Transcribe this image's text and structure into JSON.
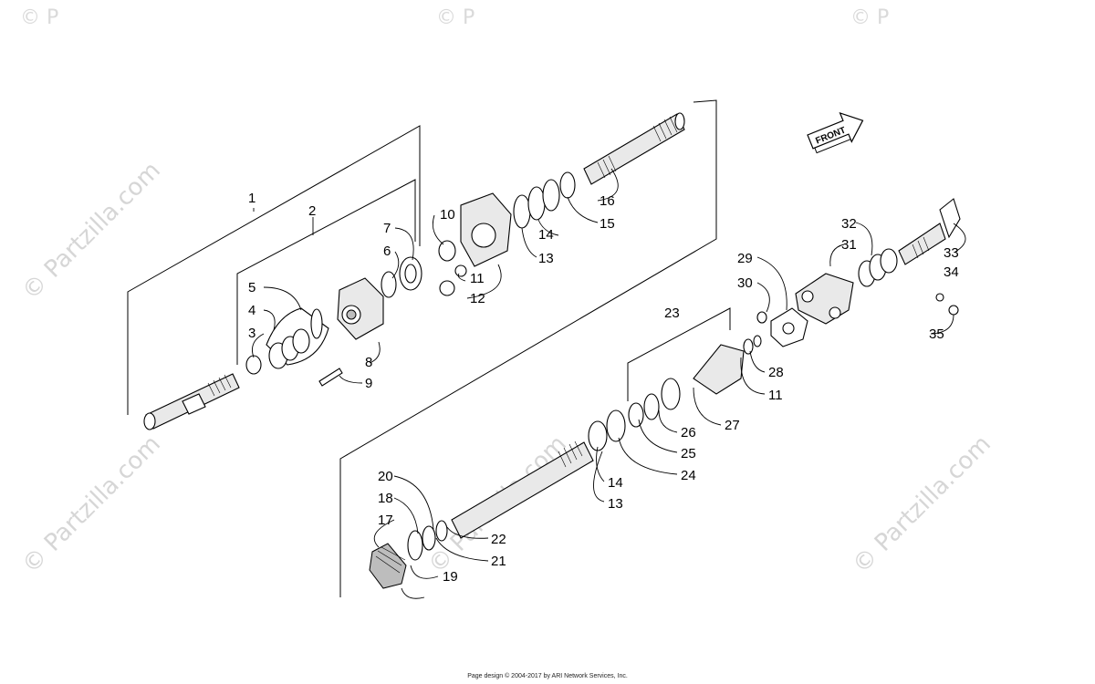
{
  "watermark": {
    "text": "© Partzilla.com",
    "short": "© P"
  },
  "front_label": "FRONT",
  "callouts": [
    {
      "n": "1"
    },
    {
      "n": "2"
    },
    {
      "n": "3"
    },
    {
      "n": "4"
    },
    {
      "n": "5"
    },
    {
      "n": "6"
    },
    {
      "n": "7"
    },
    {
      "n": "8"
    },
    {
      "n": "9"
    },
    {
      "n": "10"
    },
    {
      "n": "11"
    },
    {
      "n": "12"
    },
    {
      "n": "13"
    },
    {
      "n": "14"
    },
    {
      "n": "15"
    },
    {
      "n": "16"
    },
    {
      "n": "17"
    },
    {
      "n": "18"
    },
    {
      "n": "19"
    },
    {
      "n": "20"
    },
    {
      "n": "21"
    },
    {
      "n": "22"
    },
    {
      "n": "23"
    },
    {
      "n": "24"
    },
    {
      "n": "25"
    },
    {
      "n": "26"
    },
    {
      "n": "27"
    },
    {
      "n": "28"
    },
    {
      "n": "29"
    },
    {
      "n": "30"
    },
    {
      "n": "11"
    },
    {
      "n": "31"
    },
    {
      "n": "32"
    },
    {
      "n": "33"
    },
    {
      "n": "34"
    },
    {
      "n": "35"
    },
    {
      "n": "14"
    },
    {
      "n": "13"
    }
  ],
  "footer": "Page design © 2004-2017 by ARI Network Services, Inc."
}
